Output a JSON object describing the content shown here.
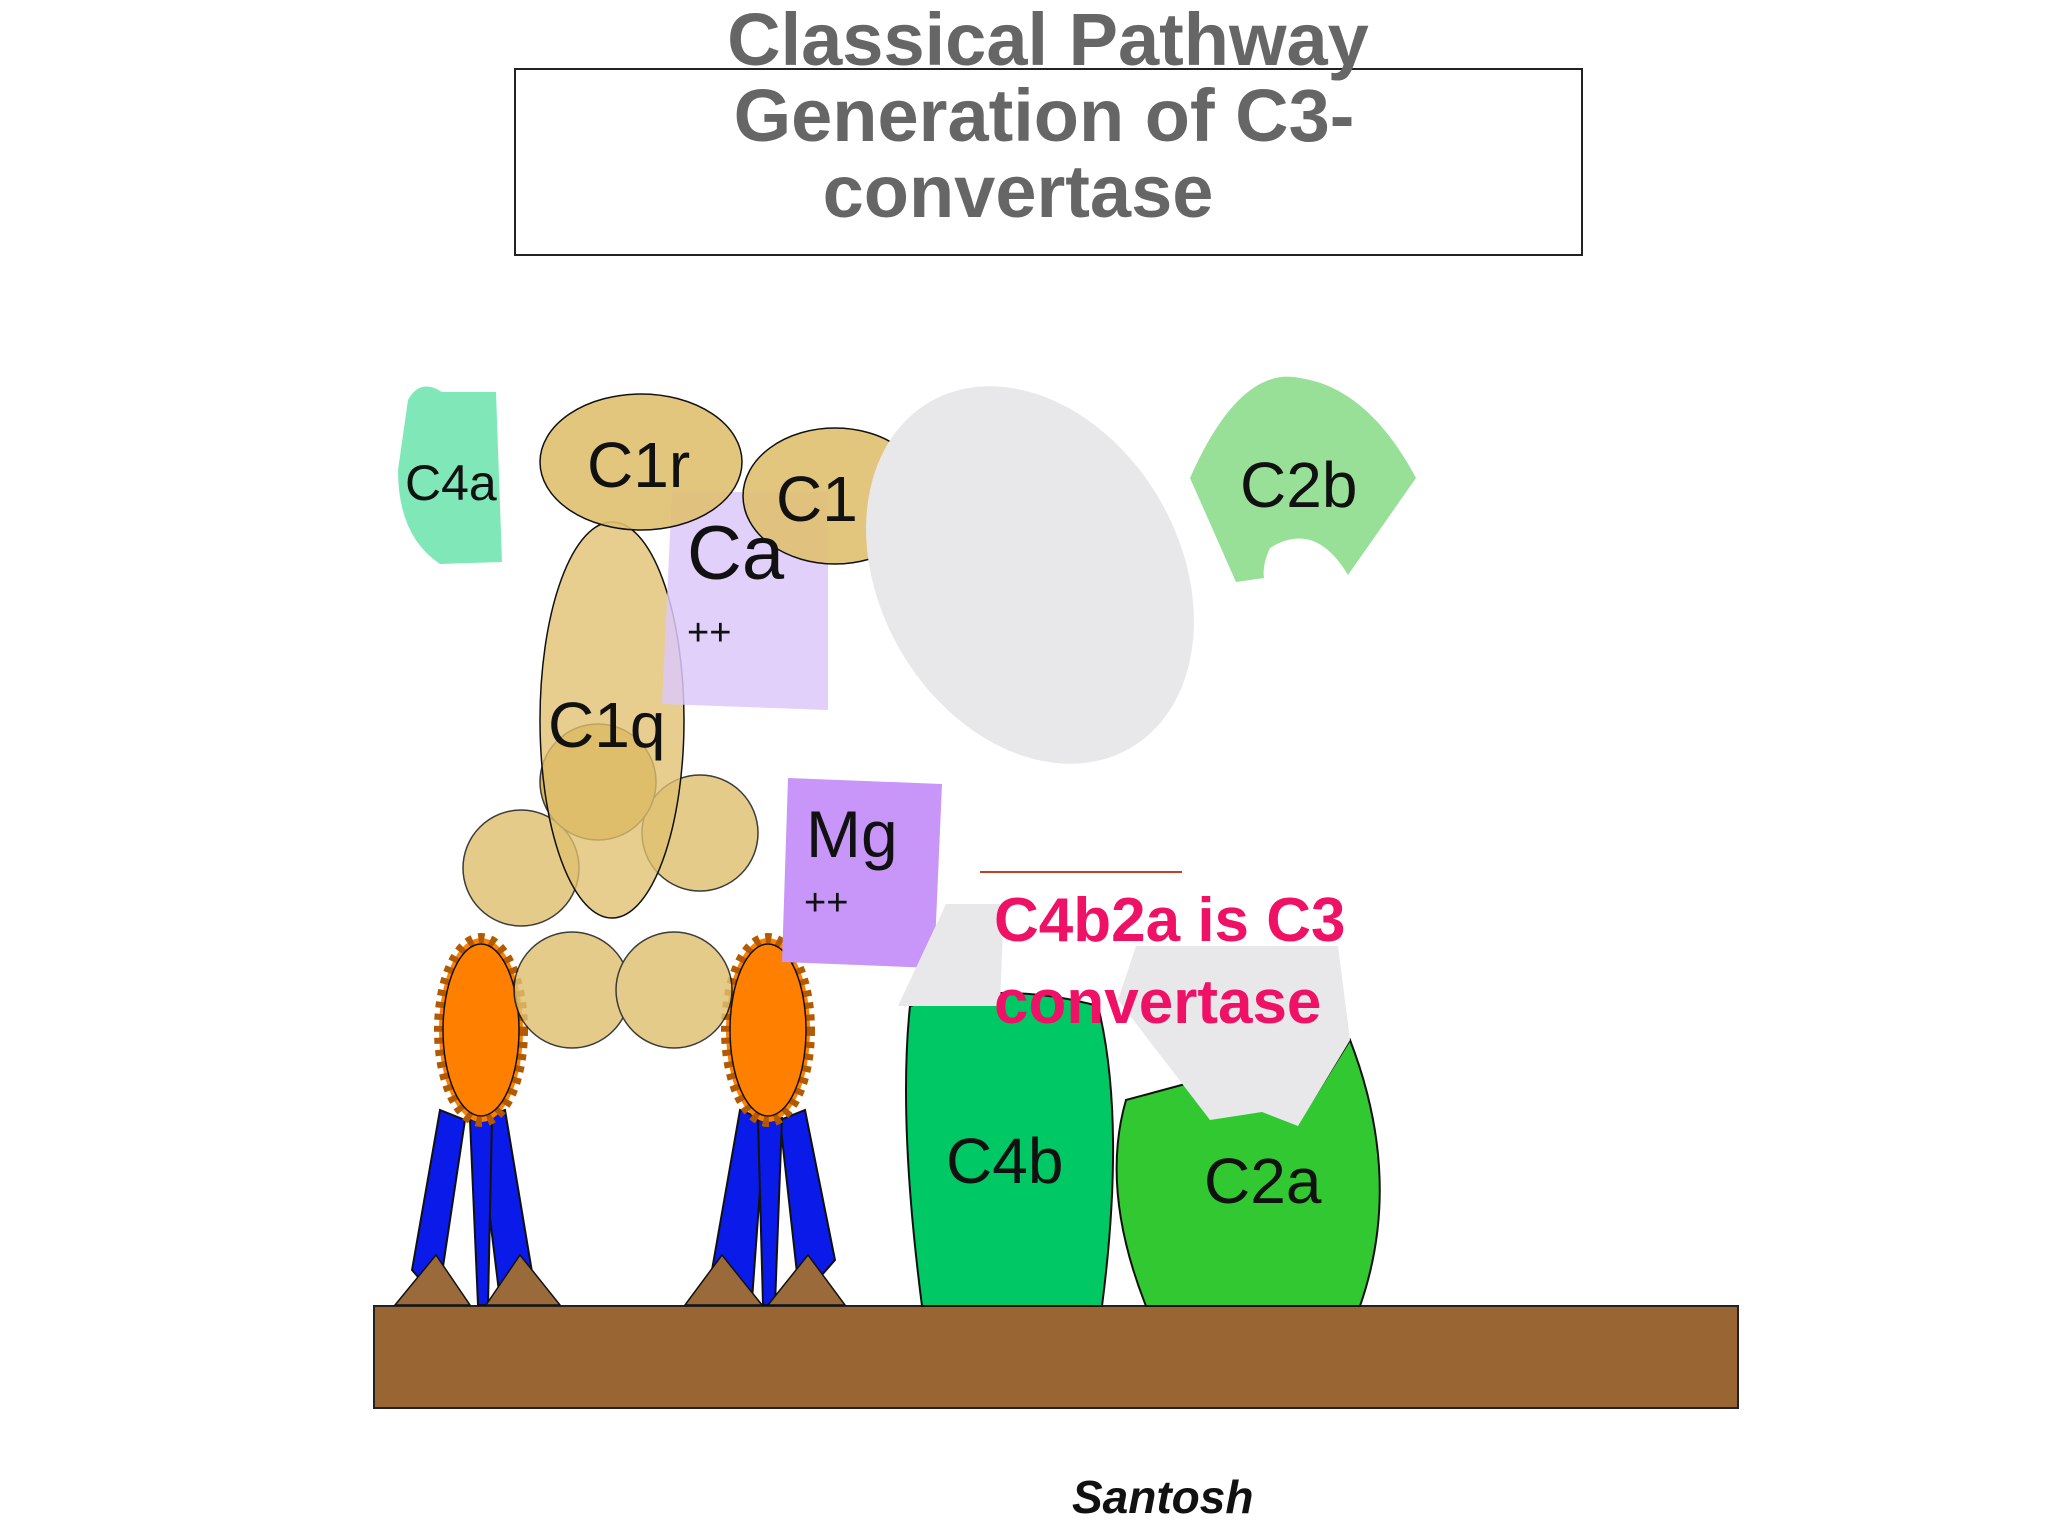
{
  "title": {
    "line1": "Classical Pathway",
    "line2": "Generation of C3-",
    "line3": "convertase"
  },
  "labels": {
    "c4a": "C4a",
    "c1r": "C1r",
    "c1s": "C1",
    "ca": "Ca",
    "ca_charge": "++",
    "c1q": "C1q",
    "mg": "Mg",
    "mg_charge": "++",
    "c2b": "C2b",
    "c4b": "C4b",
    "c2a": "C2a"
  },
  "statement": {
    "line1": "C4b2a is C3",
    "line2": "convertase"
  },
  "author": "Santosh",
  "colors": {
    "title": "#666666",
    "statement": "#ee1166",
    "c1_complex": "#e0c070",
    "ca_square": "#dcc8f8",
    "mg_square": "#c896f8",
    "c4a": "#80e8b8",
    "c2b": "#98e098",
    "c4b": "#00c864",
    "c2a": "#32c832",
    "membrane": "#996633",
    "antibody": "#0a1ae8",
    "antigen": "#ff8000",
    "ghost": "#e8e8ea"
  }
}
